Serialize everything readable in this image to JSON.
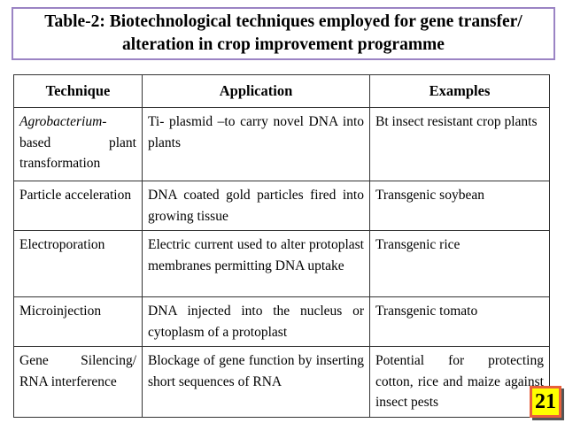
{
  "slide": {
    "background_color": "#ffffff",
    "title": {
      "text": "Table-2: Biotechnological techniques employed for gene transfer/ alteration in crop improvement programme",
      "border_color": "#9b84c4"
    },
    "page_badge": {
      "number": "21",
      "fill_color": "#ffff00",
      "border_color": "#e8603c",
      "shadow_color": "#555555"
    }
  },
  "table": {
    "border_color": "#333333",
    "headers": [
      "Technique",
      "Application",
      "Examples"
    ],
    "rows": [
      {
        "technique_italic": "Agrobacterium-",
        "technique_rest": " based plant transformation",
        "application": "Ti- plasmid –to carry novel DNA into plants",
        "examples": "Bt insect resistant crop plants"
      },
      {
        "technique_italic": "",
        "technique_rest": "Particle acceleration",
        "application": "DNA coated gold particles fired into growing tissue",
        "examples": "Transgenic soybean"
      },
      {
        "technique_italic": "",
        "technique_rest": "Electroporation",
        "application": "Electric current used to alter protoplast membranes permitting DNA uptake",
        "examples": "Transgenic rice"
      },
      {
        "technique_italic": "",
        "technique_rest": "Microinjection",
        "application": "DNA injected into the nucleus or cytoplasm of a protoplast",
        "examples": "Transgenic tomato"
      },
      {
        "technique_italic": "",
        "technique_rest": "Gene Silencing/ RNA interference",
        "application": "Blockage of gene function by inserting short sequences of RNA",
        "examples": "Potential for protecting cotton, rice and maize against insect pests"
      }
    ]
  }
}
